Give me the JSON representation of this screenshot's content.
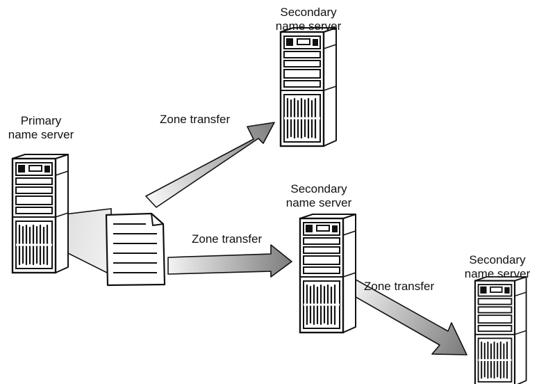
{
  "nodes": {
    "primary": {
      "line1": "Primary",
      "line2": "name server"
    },
    "secondary_top": {
      "line1": "Secondary",
      "line2": "name server"
    },
    "secondary_middle": {
      "line1": "Secondary",
      "line2": "name server"
    },
    "secondary_right": {
      "line1": "Secondary",
      "line2": "name server"
    }
  },
  "edges": {
    "to_top": "Zone transfer",
    "to_middle": "Zone transfer",
    "to_right": "Zone transfer"
  },
  "colors": {
    "ink": "#111111",
    "arrow_light": "#f2f2f2",
    "arrow_dark": "#8a8a8a",
    "server_fill": "#ffffff"
  }
}
